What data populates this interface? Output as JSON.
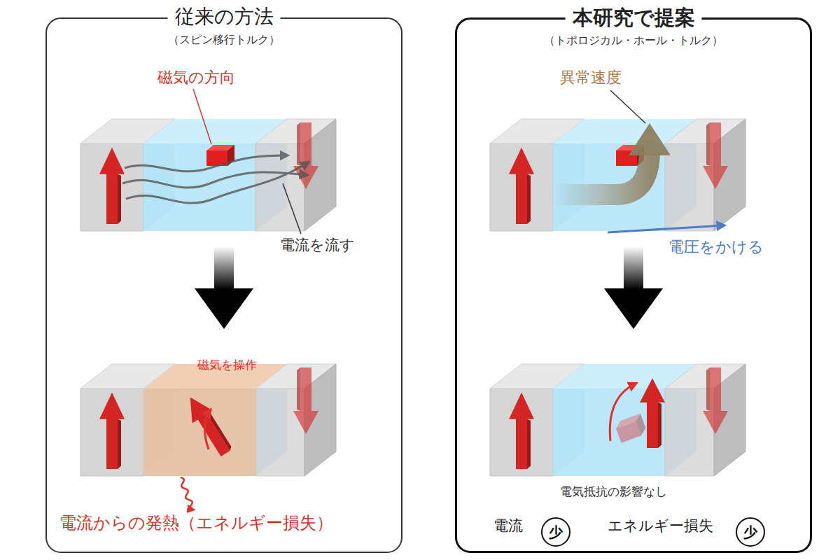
{
  "diagram": {
    "nodes": [
      {
        "text": [
          "従来の方法",
          "（スピン移行トルク）"
        ]
      },
      {
        "text": [
          "本研究で提案",
          "（トポロジカル・ホール・トルク）"
        ]
      },
      {
        "text": [
          "少"
        ],
        "in": 1
      },
      {
        "text": [
          "少"
        ],
        "in": 1
      }
    ],
    "labels": [
      "磁気の方向",
      "電流を流す",
      "磁気を操作",
      "電流からの発熱（エネルギー損失）",
      "異常速度",
      "電圧をかける",
      "電気抵抗の影響なし",
      "電流",
      "エネルギー損失"
    ]
  }
}
